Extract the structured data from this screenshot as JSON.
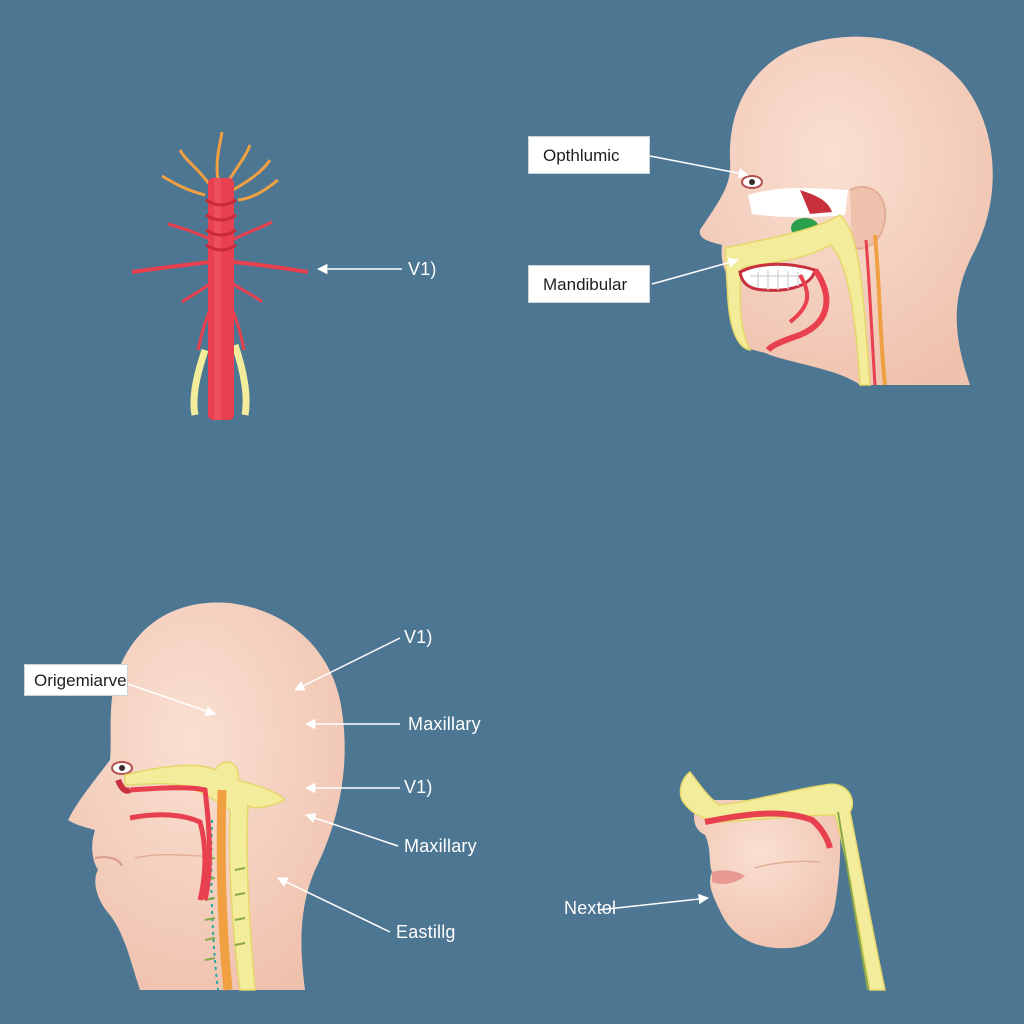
{
  "colors": {
    "background": "#4d7693",
    "skin": "#f6d3c3",
    "nerve_yellow": "#f3ec9a",
    "artery_red": "#e8404e",
    "branch_orange": "#f0a040",
    "leader_line": "#ffffff"
  },
  "figures": {
    "panel_1": {
      "labels": {
        "v1": "V1)"
      }
    },
    "panel_2": {
      "labels": {
        "ophthalmic": "Opthlumic",
        "mandibular": "Mandibular"
      }
    },
    "panel_3": {
      "labels": {
        "trigeminal": "Origemiarve",
        "v1_top": "V1)",
        "maxillary_top": "Maxillary",
        "v1_mid": "V1)",
        "maxillary_bottom": "Maxillary",
        "bottom": "Eastillg"
      }
    },
    "panel_4": {
      "labels": {
        "nasal": "Nextol"
      }
    }
  }
}
